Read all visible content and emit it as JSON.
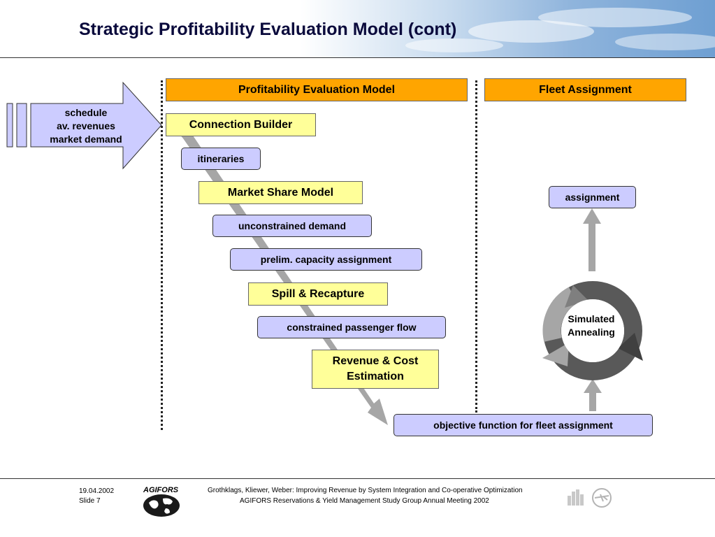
{
  "header": {
    "title": "Strategic Profitability Evaluation Model (cont)"
  },
  "input_arrow": {
    "lines": [
      "schedule",
      "av. revenues",
      "market demand"
    ]
  },
  "sections": {
    "profitability": "Profitability Evaluation Model",
    "fleet": "Fleet Assignment"
  },
  "steps": {
    "connection_builder": "Connection Builder",
    "itineraries": "itineraries",
    "market_share_model": "Market Share Model",
    "unconstrained_demand": "unconstrained demand",
    "prelim_capacity": "prelim. capacity assignment",
    "spill_recapture": "Spill & Recapture",
    "constrained_flow": "constrained passenger flow",
    "revenue_cost": [
      "Revenue & Cost",
      "Estimation"
    ],
    "objective_function": "objective function for fleet assignment"
  },
  "fleet": {
    "assignment": "assignment",
    "cycle_label": [
      "Simulated",
      "Annealing"
    ]
  },
  "colors": {
    "orange_header": "#ffa500",
    "yellow_box": "#ffff99",
    "purple_box": "#ccccff",
    "gray_arrow": "#a6a6a6"
  },
  "footer": {
    "date": "19.04.2002",
    "slide": "Slide 7",
    "org": "AGIFORS",
    "line1": "Grothklags, Kliewer, Weber: Improving Revenue by System Integration and Co-operative Optimization",
    "line2": "AGIFORS Reservations & Yield Management Study Group Annual Meeting 2002"
  }
}
